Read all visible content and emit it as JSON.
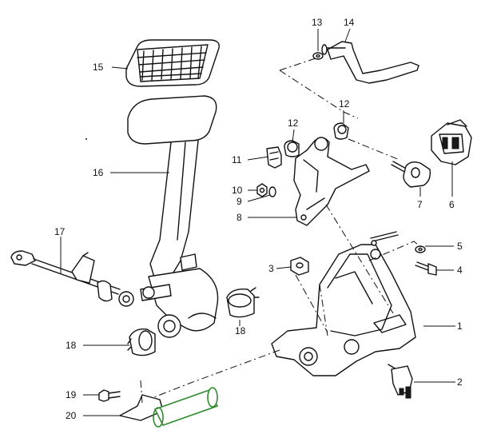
{
  "callouts": {
    "c1": "1",
    "c2": "2",
    "c3": "3",
    "c4": "4",
    "c5": "5",
    "c6": "6",
    "c7": "7",
    "c8": "8",
    "c9": "9",
    "c10": "10",
    "c11": "11",
    "c12a": "12",
    "c12b": "12",
    "c13": "13",
    "c14": "14",
    "c15": "15",
    "c16": "16",
    "c17": "17",
    "c18a": "18",
    "c18b": "18",
    "c19": "19",
    "c20": "20"
  },
  "colors": {
    "line": "#111111",
    "highlight_part_20": "#2e8b2e"
  }
}
